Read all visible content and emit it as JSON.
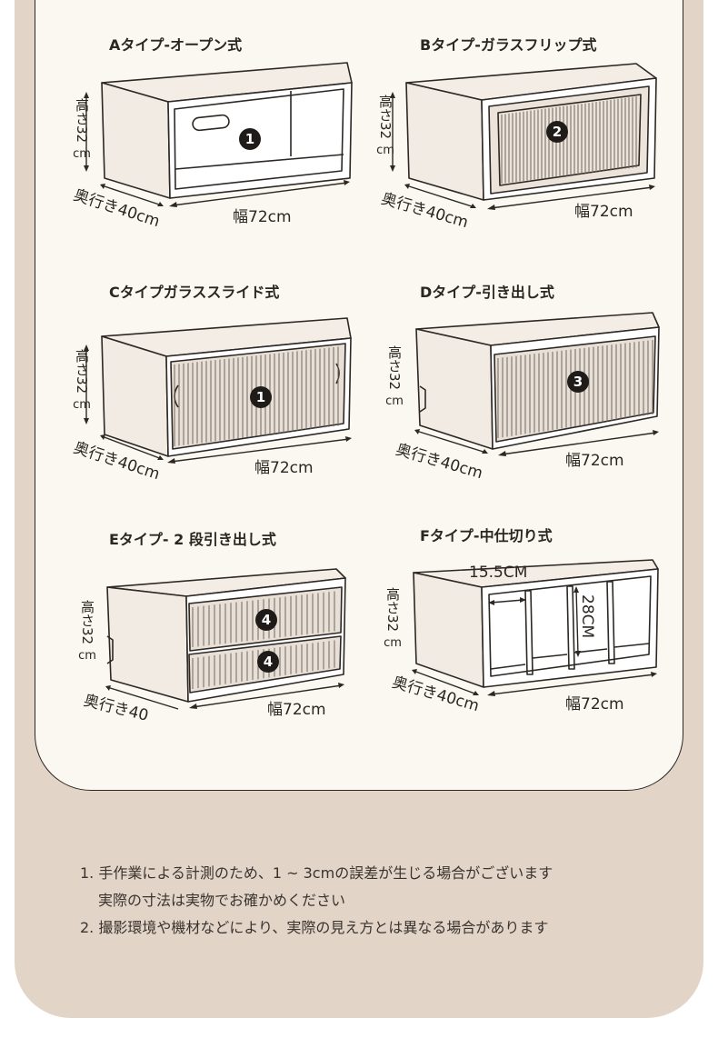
{
  "types": [
    {
      "key": "a",
      "title": "Aタイプ-オープン式",
      "height": "高さ32",
      "unit": "cm",
      "depth": "奥行き40cm",
      "width": "幅72cm",
      "badge": "1"
    },
    {
      "key": "b",
      "title": "Bタイプ-ガラスフリップ式",
      "height": "高さ32",
      "unit": "cm",
      "depth": "奥行き40cm",
      "width": "幅72cm",
      "badge": "2"
    },
    {
      "key": "c",
      "title": "Cタイプガラススライド式",
      "height": "高さ32",
      "unit": "cm",
      "depth": "奥行き40cm",
      "width": "幅72cm",
      "badge": "1"
    },
    {
      "key": "d",
      "title": "Dタイプ-引き出し式",
      "height": "高さ32",
      "unit": "cm",
      "depth": "奥行き40cm",
      "width": "幅72cm",
      "badge": "3"
    },
    {
      "key": "e",
      "title": "Eタイプ- 2 段引き出し式",
      "height": "高さ32",
      "unit": "cm",
      "depth": "奥行き40",
      "width": "幅72cm",
      "badge": "4"
    },
    {
      "key": "f",
      "title": "Fタイプ-中仕切り式",
      "height": "高さ32",
      "unit": "cm",
      "depth": "奥行き40cm",
      "width": "幅72cm",
      "inner_width": "15.5CM",
      "inner_height": "28CM"
    }
  ],
  "notes": [
    "1. 手作業による計測のため、1 ~ 3cmの誤差が生じる場合がございます",
    "実際の寸法は実物でお確かめください",
    "2. 撮影環境や機材などにより、実際の見え方とは異なる場合があります"
  ],
  "colors": {
    "outer": "#e2d4c6",
    "inner": "#fbf7f1",
    "line": "#2d2824"
  }
}
